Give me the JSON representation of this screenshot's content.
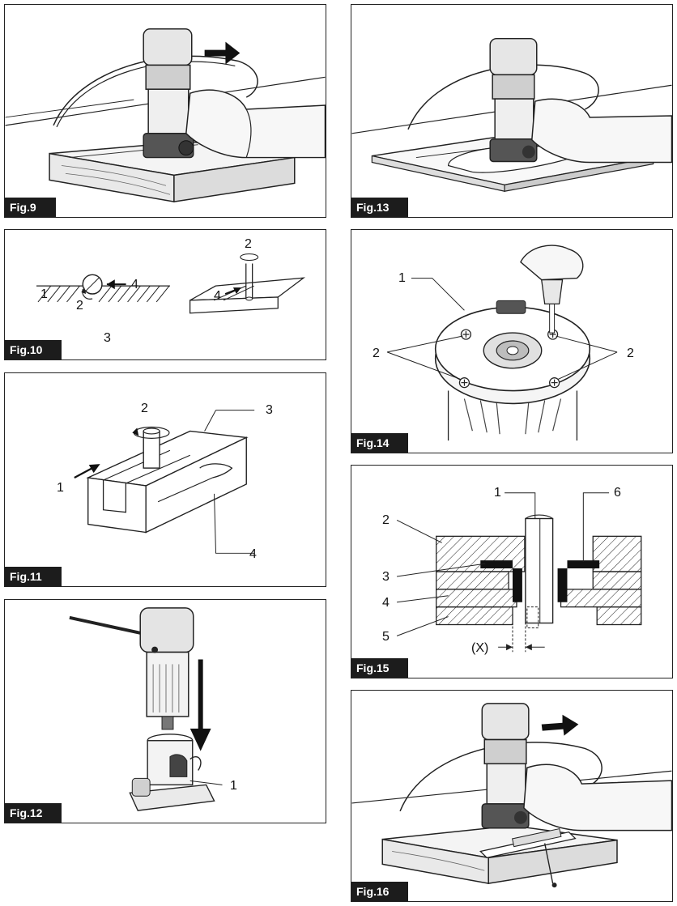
{
  "figures": {
    "fig9": {
      "label": "Fig.9"
    },
    "fig10": {
      "label": "Fig.10",
      "callouts": [
        "1",
        "2",
        "4",
        "3",
        "2",
        "4"
      ]
    },
    "fig11": {
      "label": "Fig.11",
      "callouts": [
        "2",
        "3",
        "1",
        "4"
      ]
    },
    "fig12": {
      "label": "Fig.12",
      "callouts": [
        "1"
      ]
    },
    "fig13": {
      "label": "Fig.13"
    },
    "fig14": {
      "label": "Fig.14",
      "callouts": [
        "1",
        "2",
        "2"
      ]
    },
    "fig15": {
      "label": "Fig.15",
      "callouts": [
        "1",
        "6",
        "2",
        "3",
        "4",
        "5",
        "(X)"
      ]
    },
    "fig16": {
      "label": "Fig.16"
    }
  }
}
